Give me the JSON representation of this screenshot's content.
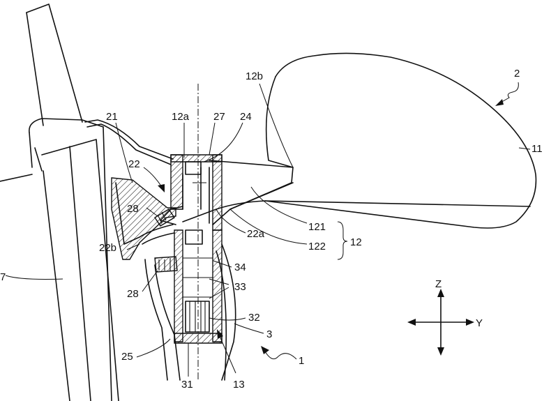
{
  "labels": {
    "n2": "2",
    "n11": "11",
    "n12b": "12b",
    "n12a": "12a",
    "n27": "27",
    "n24": "24",
    "n21": "21",
    "n22": "22",
    "n28a": "28",
    "n28b": "28",
    "n22b": "22b",
    "n22a": "22a",
    "n121": "121",
    "n122": "122",
    "n12": "12",
    "n7": "7",
    "n34": "34",
    "n33": "33",
    "n32": "32",
    "n3": "3",
    "n25": "25",
    "n31": "31",
    "n13": "13",
    "n1": "1"
  },
  "axes": {
    "z": "Z",
    "y": "Y"
  }
}
